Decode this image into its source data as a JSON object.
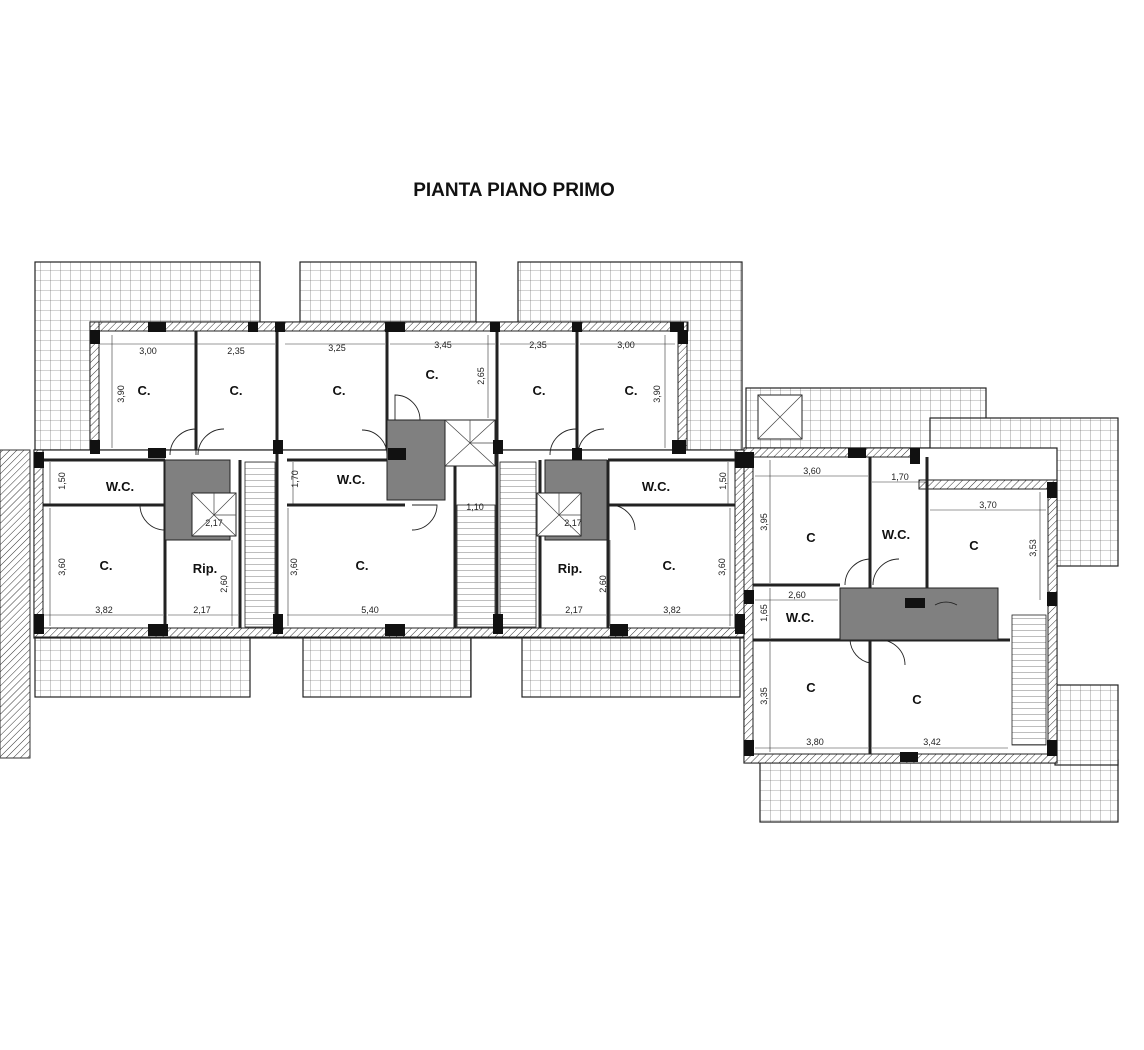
{
  "title": "PIANTA PIANO PRIMO",
  "rooms": [
    {
      "id": "r1",
      "label": "C."
    },
    {
      "id": "r2",
      "label": "C."
    },
    {
      "id": "r3",
      "label": "C."
    },
    {
      "id": "r4",
      "label": "C."
    },
    {
      "id": "r5",
      "label": "C."
    },
    {
      "id": "r6",
      "label": "C."
    },
    {
      "id": "r7",
      "label": "W.C."
    },
    {
      "id": "r8",
      "label": "W.C."
    },
    {
      "id": "r9",
      "label": "W.C."
    },
    {
      "id": "r10",
      "label": "C."
    },
    {
      "id": "r11",
      "label": "Rip."
    },
    {
      "id": "r12",
      "label": "C."
    },
    {
      "id": "r13",
      "label": "Rip."
    },
    {
      "id": "r14",
      "label": "C."
    },
    {
      "id": "r15",
      "label": "C"
    },
    {
      "id": "r16",
      "label": "W.C."
    },
    {
      "id": "r17",
      "label": "C"
    },
    {
      "id": "r18",
      "label": "W.C."
    },
    {
      "id": "r19",
      "label": "C"
    },
    {
      "id": "r20",
      "label": "C"
    }
  ],
  "dimensions": [
    {
      "id": "d1",
      "text": "3,00"
    },
    {
      "id": "d2",
      "text": "2,35"
    },
    {
      "id": "d3",
      "text": "3,25"
    },
    {
      "id": "d4",
      "text": "3,45"
    },
    {
      "id": "d5",
      "text": "2,35"
    },
    {
      "id": "d6",
      "text": "3,00"
    },
    {
      "id": "d7",
      "text": "3,90"
    },
    {
      "id": "d8",
      "text": "2,65"
    },
    {
      "id": "d9",
      "text": "3,90"
    },
    {
      "id": "d10",
      "text": "1,50"
    },
    {
      "id": "d11",
      "text": "1,70"
    },
    {
      "id": "d12",
      "text": "1,50"
    },
    {
      "id": "d13",
      "text": "1,10"
    },
    {
      "id": "d14",
      "text": "2,17"
    },
    {
      "id": "d15",
      "text": "2,17"
    },
    {
      "id": "d16",
      "text": "3,60"
    },
    {
      "id": "d17",
      "text": "2,60"
    },
    {
      "id": "d18",
      "text": "3,60"
    },
    {
      "id": "d19",
      "text": "2,60"
    },
    {
      "id": "d20",
      "text": "3,60"
    },
    {
      "id": "d21",
      "text": "3,82"
    },
    {
      "id": "d22",
      "text": "2,17"
    },
    {
      "id": "d23",
      "text": "5,40"
    },
    {
      "id": "d24",
      "text": "2,17"
    },
    {
      "id": "d25",
      "text": "3,82"
    },
    {
      "id": "d26",
      "text": "3,60"
    },
    {
      "id": "d27",
      "text": "1,70"
    },
    {
      "id": "d28",
      "text": "3,70"
    },
    {
      "id": "d29",
      "text": "3,95"
    },
    {
      "id": "d30",
      "text": "3,53"
    },
    {
      "id": "d31",
      "text": "2,60"
    },
    {
      "id": "d32",
      "text": "1,65"
    },
    {
      "id": "d33",
      "text": "3,35"
    },
    {
      "id": "d34",
      "text": "3,80"
    },
    {
      "id": "d35",
      "text": "3,42"
    }
  ],
  "colors": {
    "wall": "#222222",
    "core": "#808080",
    "grid": "#555555",
    "hatch": "#333333"
  }
}
